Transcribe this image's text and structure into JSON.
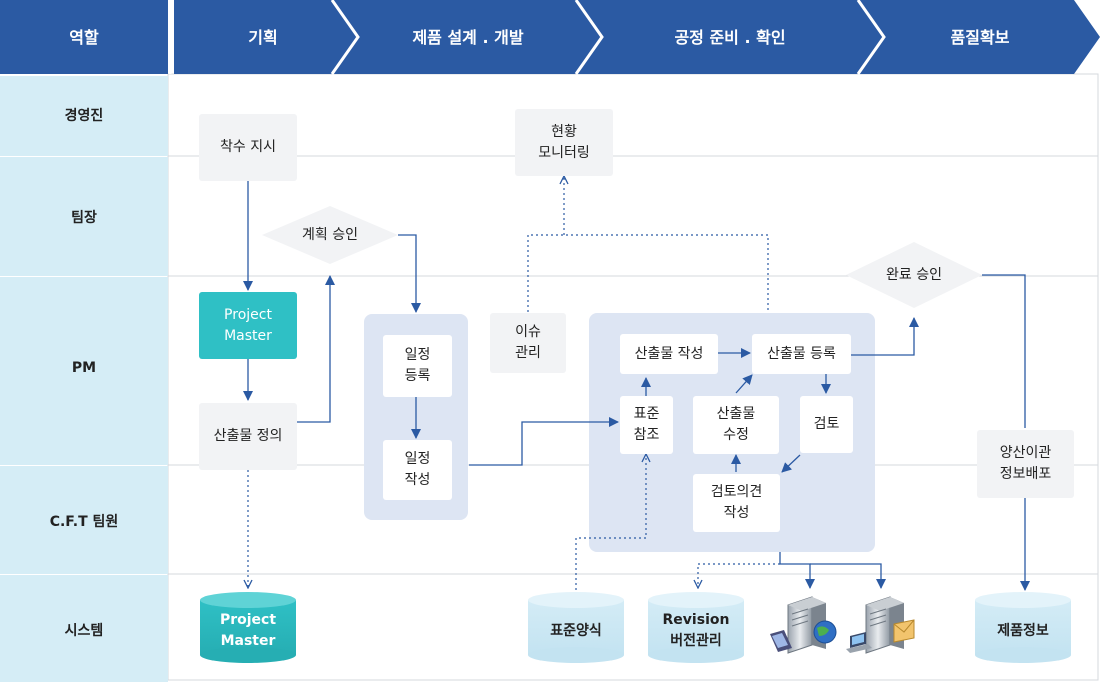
{
  "header": {
    "role": "역할",
    "stages": [
      "기획",
      "제품 설계 . 개발",
      "공정 준비 . 확인",
      "품질확보"
    ]
  },
  "roles": [
    "경영진",
    "팀장",
    "PM",
    "C.F.T 팀원",
    "시스템"
  ],
  "nodes": {
    "start_order": "착수 지시",
    "monitoring": [
      "현황",
      "모니터링"
    ],
    "plan_approval": "계획 승인",
    "project_master": [
      "Project",
      "Master"
    ],
    "deliverable_define": "산출물 정의",
    "schedule_register": [
      "일정",
      "등록"
    ],
    "schedule_create": [
      "일정",
      "작성"
    ],
    "issue_mgmt": [
      "이슈",
      "관리"
    ],
    "deliverable_create": "산출물 작성",
    "deliverable_register": "산출물 등록",
    "standard_ref": [
      "표준",
      "참조"
    ],
    "deliverable_modify": [
      "산출물",
      "수정"
    ],
    "review": "검토",
    "review_opinion": [
      "검토의견",
      "작성"
    ],
    "completion_approval": "완료 승인",
    "mass_production": [
      "양산이관",
      "정보배포"
    ]
  },
  "systems": {
    "project_master": [
      "Project",
      "Master"
    ],
    "standard_form": "표준양식",
    "revision": [
      "Revision",
      "버전관리"
    ],
    "product_info": "제품정보"
  },
  "colors": {
    "header_blue": "#2b5aa3",
    "role_bg": "#d5edf6",
    "teal": "#2fc0c5",
    "group_bg": "#dde5f3",
    "node_gray": "#f2f3f5",
    "arrow": "#2b5aa3",
    "lane_border": "#d5d8de"
  },
  "icons": [
    "server-phone-globe-icon",
    "server-laptop-mail-icon"
  ]
}
